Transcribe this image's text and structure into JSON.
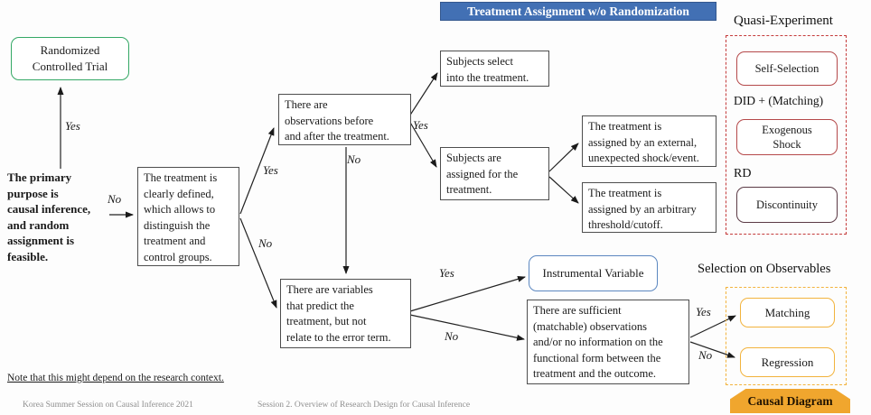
{
  "banner": {
    "title": "Treatment Assignment w/o Randomization"
  },
  "flow": {
    "rct": "Randomized\nControlled Trial",
    "primary_purpose": "The primary\npurpose is\ncausal inference,\nand random\nassignment is\nfeasible.",
    "treatment_defined": "The treatment is\nclearly defined,\nwhich allows to\ndistinguish the\ntreatment and\ncontrol groups.",
    "observations": "There are\nobservations before\nand after the treatment.",
    "subjects_select": "Subjects select\ninto the treatment.",
    "subjects_assigned": "Subjects are\nassigned for the\ntreatment.",
    "external_shock": "The treatment is\nassigned by an external,\nunexpected shock/event.",
    "threshold": "The treatment is\nassigned by an arbitrary\nthreshold/cutoff.",
    "variables_predict": "There are variables\nthat predict the\ntreatment, but not\nrelate to the error term.",
    "sufficient_obs": "There are sufficient\n(matchable) observations\nand/or no information on the\nfunctional form between the\ntreatment and the outcome.",
    "instrumental_variable": "Instrumental Variable"
  },
  "quasi": {
    "heading": "Quasi-Experiment",
    "self_selection": "Self-Selection",
    "did_label": "DID + (Matching)",
    "exogenous_shock": "Exogenous\nShock",
    "rd_label": "RD",
    "discontinuity": "Discontinuity"
  },
  "observables": {
    "heading": "Selection on Observables",
    "matching": "Matching",
    "regression": "Regression",
    "causal_diagram": "Causal Diagram"
  },
  "edge_labels": {
    "yes_rct": "Yes",
    "no_defined": "No",
    "yes_obs_branch": "Yes",
    "no_var_branch": "No",
    "no_obs_down": "No",
    "yes_subjects": "Yes",
    "yes_iv": "Yes",
    "no_sufficient": "No",
    "yes_matching": "Yes",
    "no_regression": "No"
  },
  "footer": {
    "note": "Note that this might depend on the research context.",
    "left": "Korea Summer Session on Causal Inference 2021",
    "right": "Session 2. Overview of Research Design for Causal Inference"
  },
  "colors": {
    "banner_bg": "#4270b4",
    "rct_border": "#34a865",
    "quasi_dashed": "#c43b3b",
    "red_box_border": "#b5494a",
    "discontinuity_border": "#5b3a45",
    "iv_border": "#5b87c0",
    "gold": "#f2b33d",
    "causal_banner_bg": "#f0a62e"
  }
}
